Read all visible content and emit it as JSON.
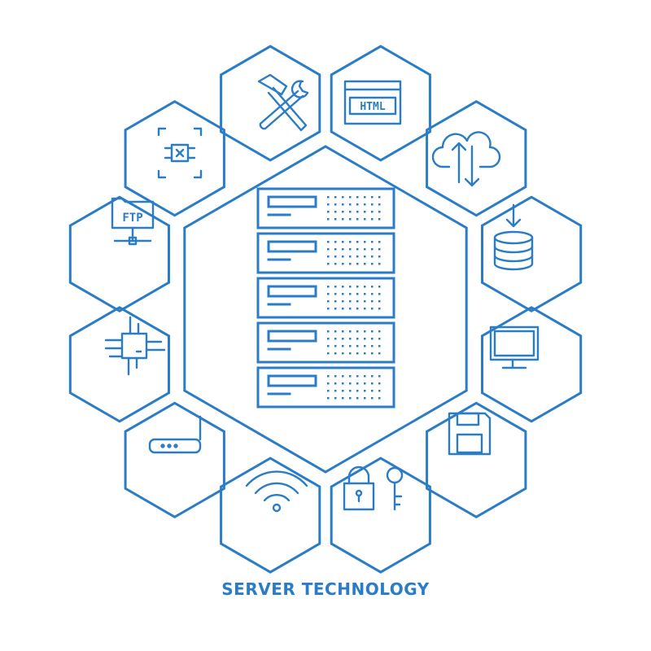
{
  "caption": "SERVER TECHNOLOGY",
  "colors": {
    "line": "#2a7cc7",
    "background": "#ffffff"
  },
  "labels": {
    "html": "HTML",
    "ftp": "FTP"
  },
  "icons": [
    "chip-scan-icon",
    "tools-icon",
    "html-window-icon",
    "cloud-sync-icon",
    "database-download-icon",
    "monitor-icon",
    "floppy-disk-icon",
    "lock-key-icon",
    "wifi-icon",
    "router-icon",
    "processor-icon",
    "ftp-folder-icon",
    "server-rack-icon"
  ]
}
